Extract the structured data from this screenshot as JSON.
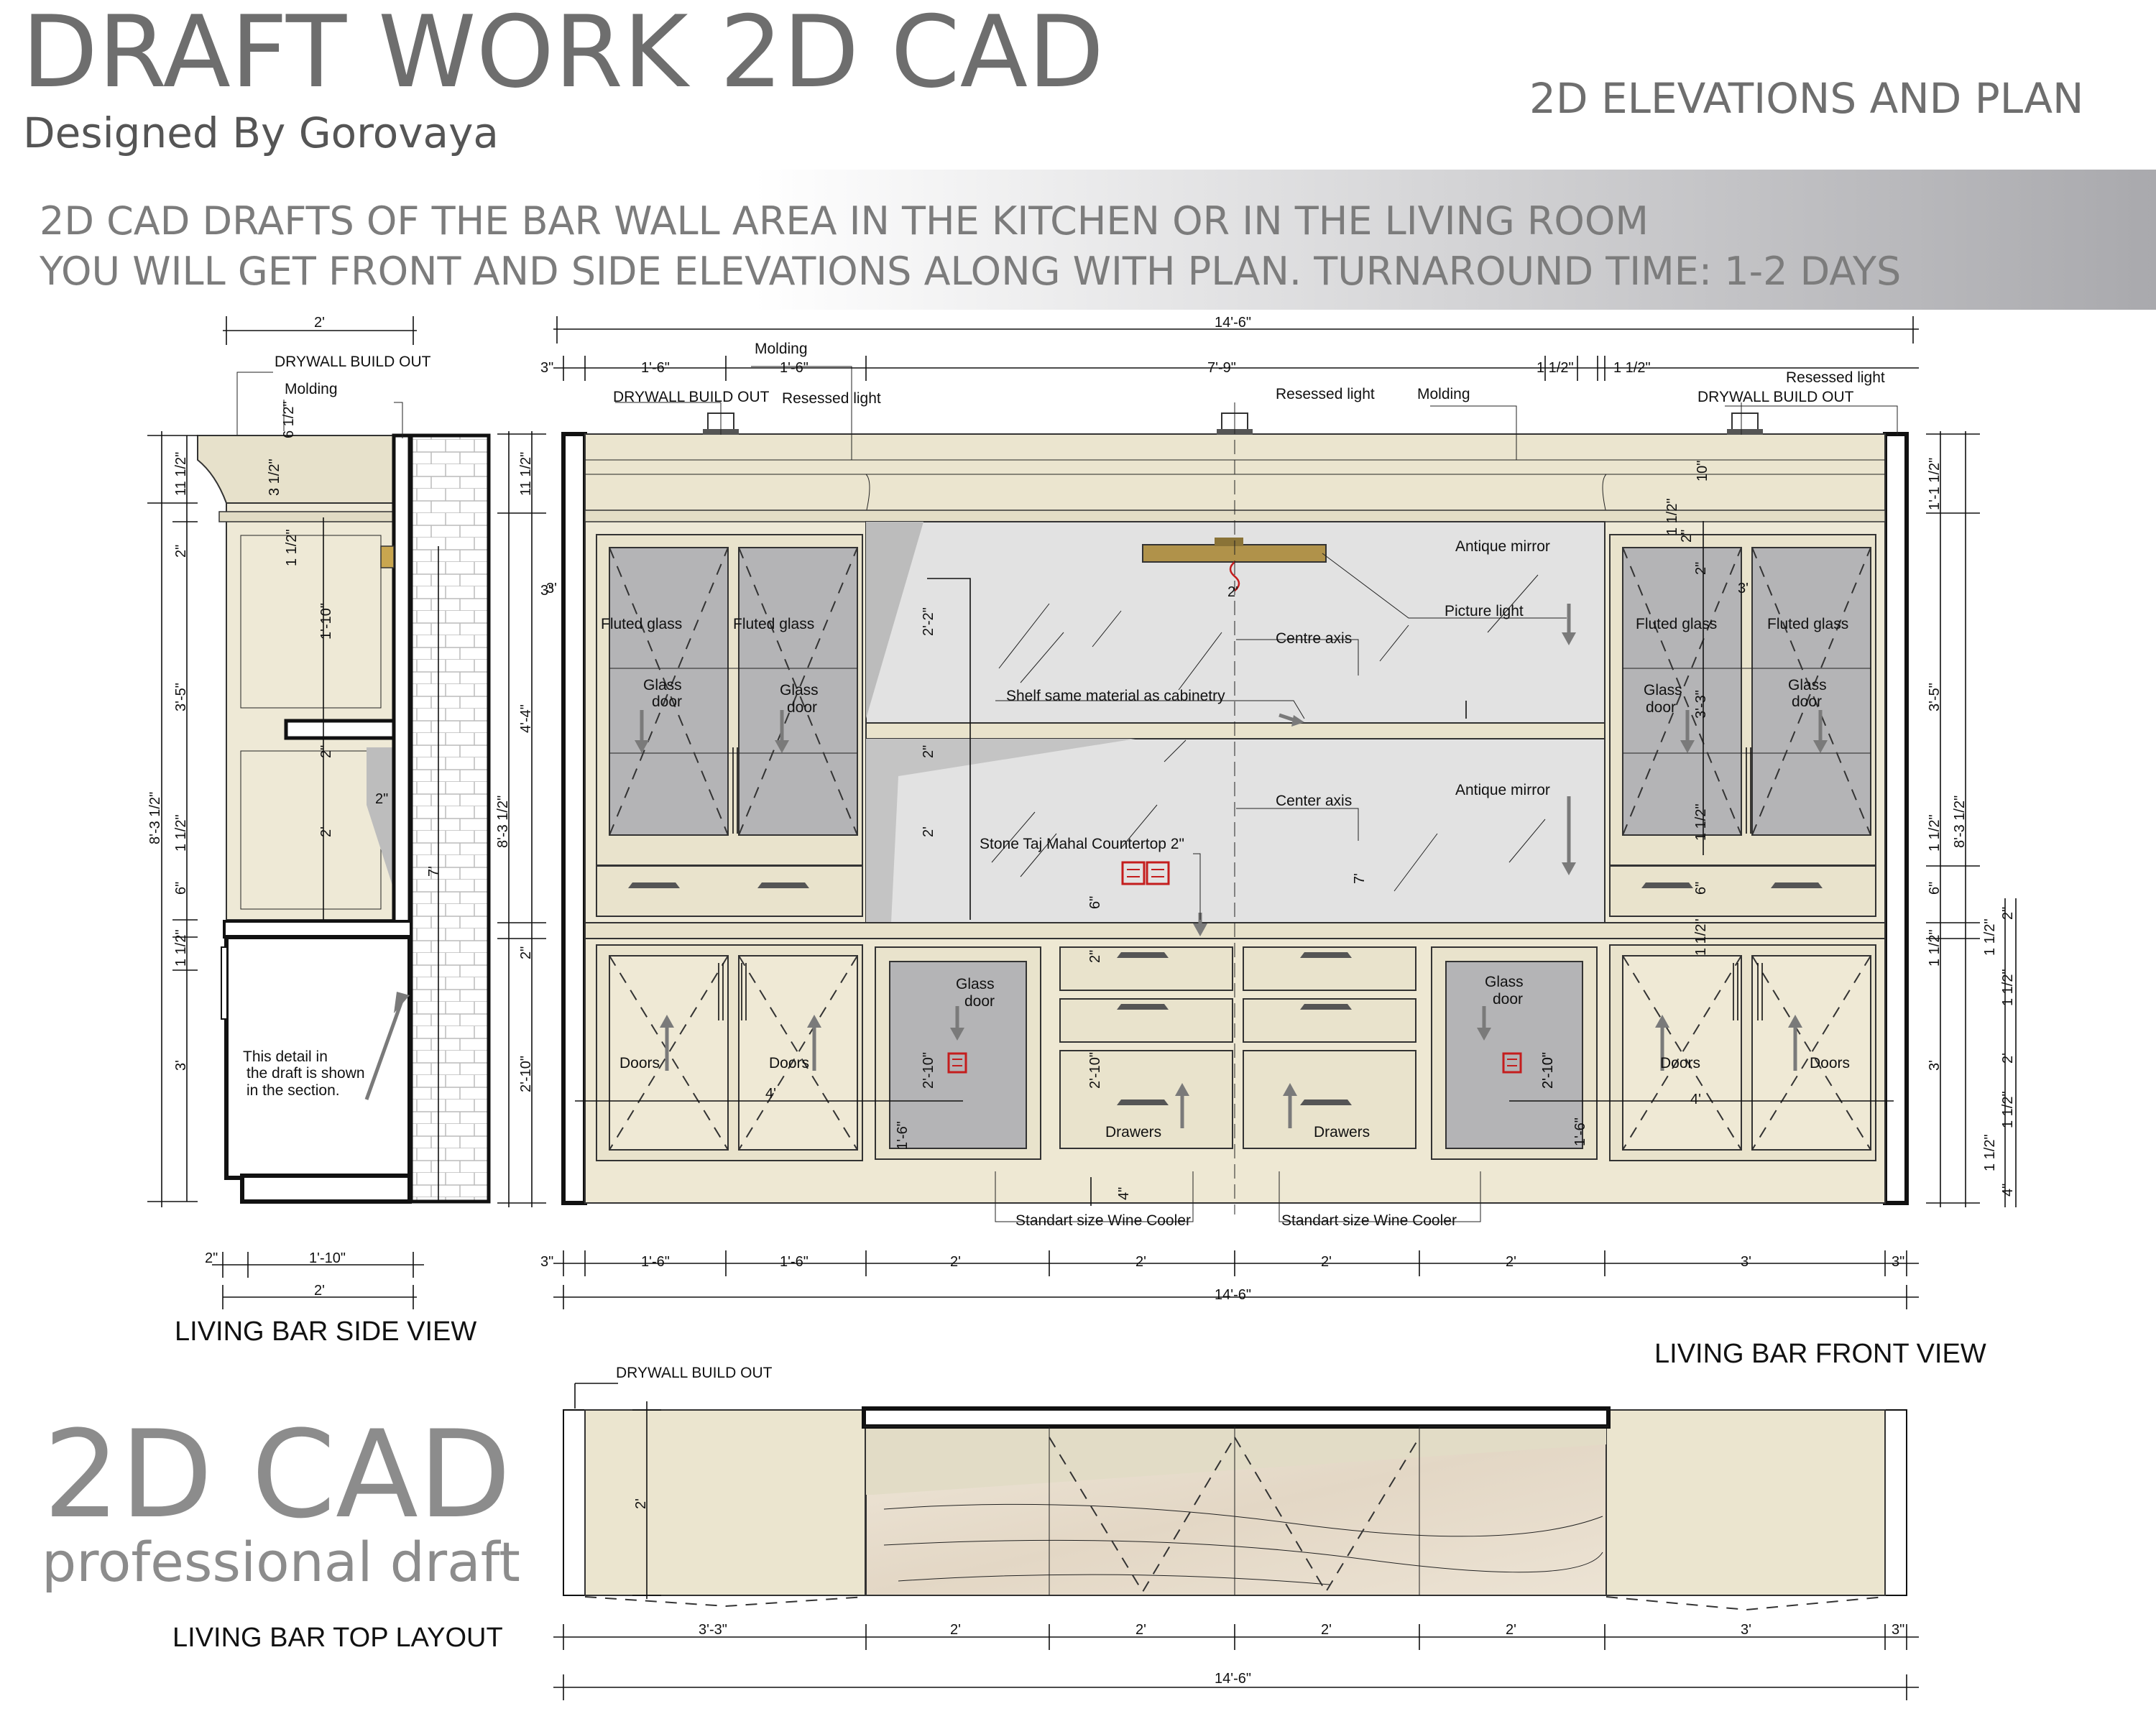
{
  "header": {
    "title": "DRAFT WORK 2D CAD",
    "subtitle": "Designed By Gorovaya",
    "right_title": "2D  ELEVATIONS AND PLAN"
  },
  "banner": {
    "line1": "2D CAD DRAFTS OF THE BAR WALL AREA IN THE KITCHEN OR IN THE LIVING ROOM",
    "line2": "YOU WILL GET FRONT AND SIDE ELEVATIONS ALONG WITH PLAN. TURNAROUND TIME: 1-2 DAYS"
  },
  "brand": {
    "big": "2D CAD",
    "small": "professional draft"
  },
  "view_titles": {
    "side": "LIVING BAR SIDE VIEW",
    "front": "LIVING BAR FRONT VIEW",
    "top": "LIVING BAR TOP LAYOUT"
  },
  "side_view": {
    "top_dim": "2'",
    "bottom_dims": [
      "2\"",
      "1'-10\""
    ],
    "bottom_total": "2'",
    "labels": {
      "drywall": "DRYWALL BUILD OUT",
      "molding": "Molding",
      "note1": "This detail in",
      "note2": "the draft is shown",
      "note3": "in the section."
    },
    "vert_dims": [
      "11 1/2\"",
      "2\"",
      "3'-5\"",
      "8'-3 1/2\"",
      "1 1/2\"",
      "6\"",
      "1 1/2\"",
      "3'"
    ],
    "inner_dims": [
      "6 1/2\"",
      "3 1/2\"",
      "1 1/2\"",
      "1'-10\"",
      "2\"",
      "2'",
      "2\"",
      "7'"
    ]
  },
  "front_view": {
    "total_top": "14'-6\"",
    "top_dims": [
      "3\"",
      "1'-6\"",
      "1'-6\"",
      "7'-9\"",
      "1 1/2\"",
      "1 1/2\""
    ],
    "bottom_dims": [
      "3\"",
      "1'-6\"",
      "1'-6\"",
      "2'",
      "2'",
      "2'",
      "2'",
      "3'",
      "3\""
    ],
    "total_bottom": "14'-6\"",
    "left_dims": [
      "11 1/2\"",
      "4'-4\"",
      "8'-3 1/2\"",
      "2\"",
      "2'-10\""
    ],
    "right_dims": [
      "1'-1 1/2\"",
      "3'-5\"",
      "8'-3 1/2\"",
      "1 1/2\"",
      "6\"",
      "1 1/2\"",
      "3'"
    ],
    "far_right_dims": [
      "2\"",
      "1 1/2\"",
      "1 1/2\"",
      "2'",
      "1 1/2\"",
      "1 1/2\"",
      "4\""
    ],
    "inner_dims": [
      "3'",
      "3'",
      "2'-2\"",
      "2\"",
      "2'",
      "6\"",
      "2\"",
      "2'-10\"",
      "1'-6\"",
      "2'-10\"",
      "2'-10\"",
      "4\"",
      "4'",
      "4'",
      "7'",
      "2'",
      "10\"",
      "1 1/2\"",
      "2\"",
      "2\"",
      "3'-3\"",
      "1 1/2\"",
      "6\"",
      "2'-10\"",
      "1'-6\"",
      "1 1/2\"",
      "3\""
    ],
    "labels": {
      "molding1": "Molding",
      "molding2": "Molding",
      "drywall_l": "DRYWALL BUILD OUT",
      "drywall_r": "DRYWALL BUILD OUT",
      "light_l": "Resessed light",
      "light_c": "Resessed light",
      "light_r": "Resessed light",
      "mirror1": "Antique mirror",
      "mirror2": "Antique mirror",
      "picture_light": "Picture light",
      "centre_axis": "Centre axis",
      "center_axis": "Center axis",
      "shelf": "Shelf same material as cabinetry",
      "countertop": "Stone Taj Mahal Countertop 2\"",
      "fluted": "Fluted glass",
      "glass_door_a": "Glass",
      "glass_door_b": "door",
      "doors": "Doors",
      "drawers": "Drawers",
      "wine1": "Standart size Wine Cooler",
      "wine2": "Standart size Wine Cooler"
    }
  },
  "top_layout": {
    "drywall": "DRYWALL BUILD OUT",
    "depth": "2'",
    "bottom_dims": [
      "3'-3\"",
      "2'",
      "2'",
      "2'",
      "2'",
      "3'",
      "3\""
    ],
    "total": "14'-6\""
  }
}
